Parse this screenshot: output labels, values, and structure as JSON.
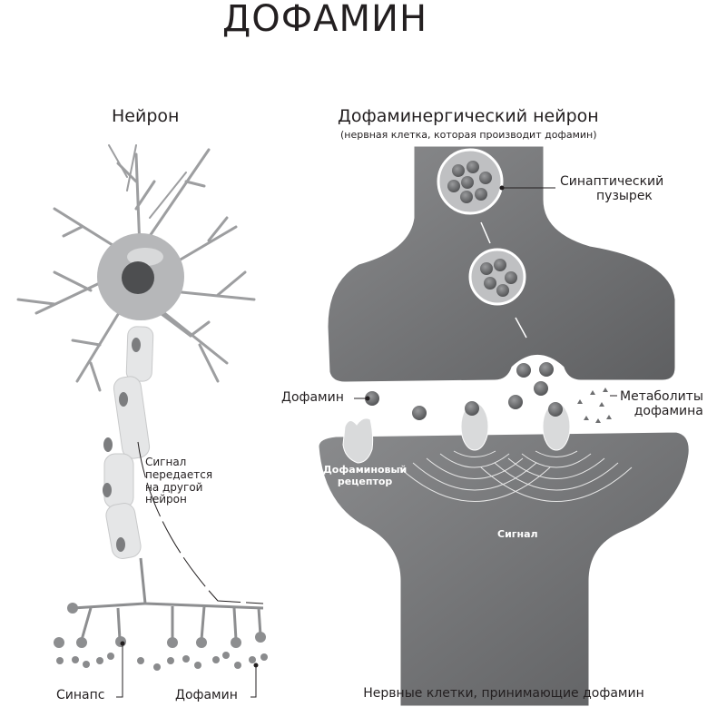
{
  "title": "ДОФАМИН",
  "left_panel": {
    "heading": "Нейрон",
    "signal_note": [
      "Сигнал",
      "передается",
      "на другой",
      "нейрон"
    ],
    "synapse_label": "Синапс",
    "dopamine_label": "Дофамин"
  },
  "right_panel": {
    "heading": "Дофаминергический нейрон",
    "subheading": "(нервная клетка, которая производит дофамин)",
    "vesicle_label": [
      "Синаптический",
      "пузырек"
    ],
    "dopamine_label": "Дофамин",
    "metabolites_label": [
      "Метаболиты",
      "дофамина"
    ],
    "receptor_label": [
      "Дофаминовый",
      "рецептор"
    ],
    "signal_label": "Сигнал",
    "footer": "Нервные клетки, принимающие дофамин"
  },
  "colors": {
    "membrane": "#6d6e70",
    "light": "#d9dadb",
    "dot": "#6a6b6d",
    "text": "#231f20"
  }
}
